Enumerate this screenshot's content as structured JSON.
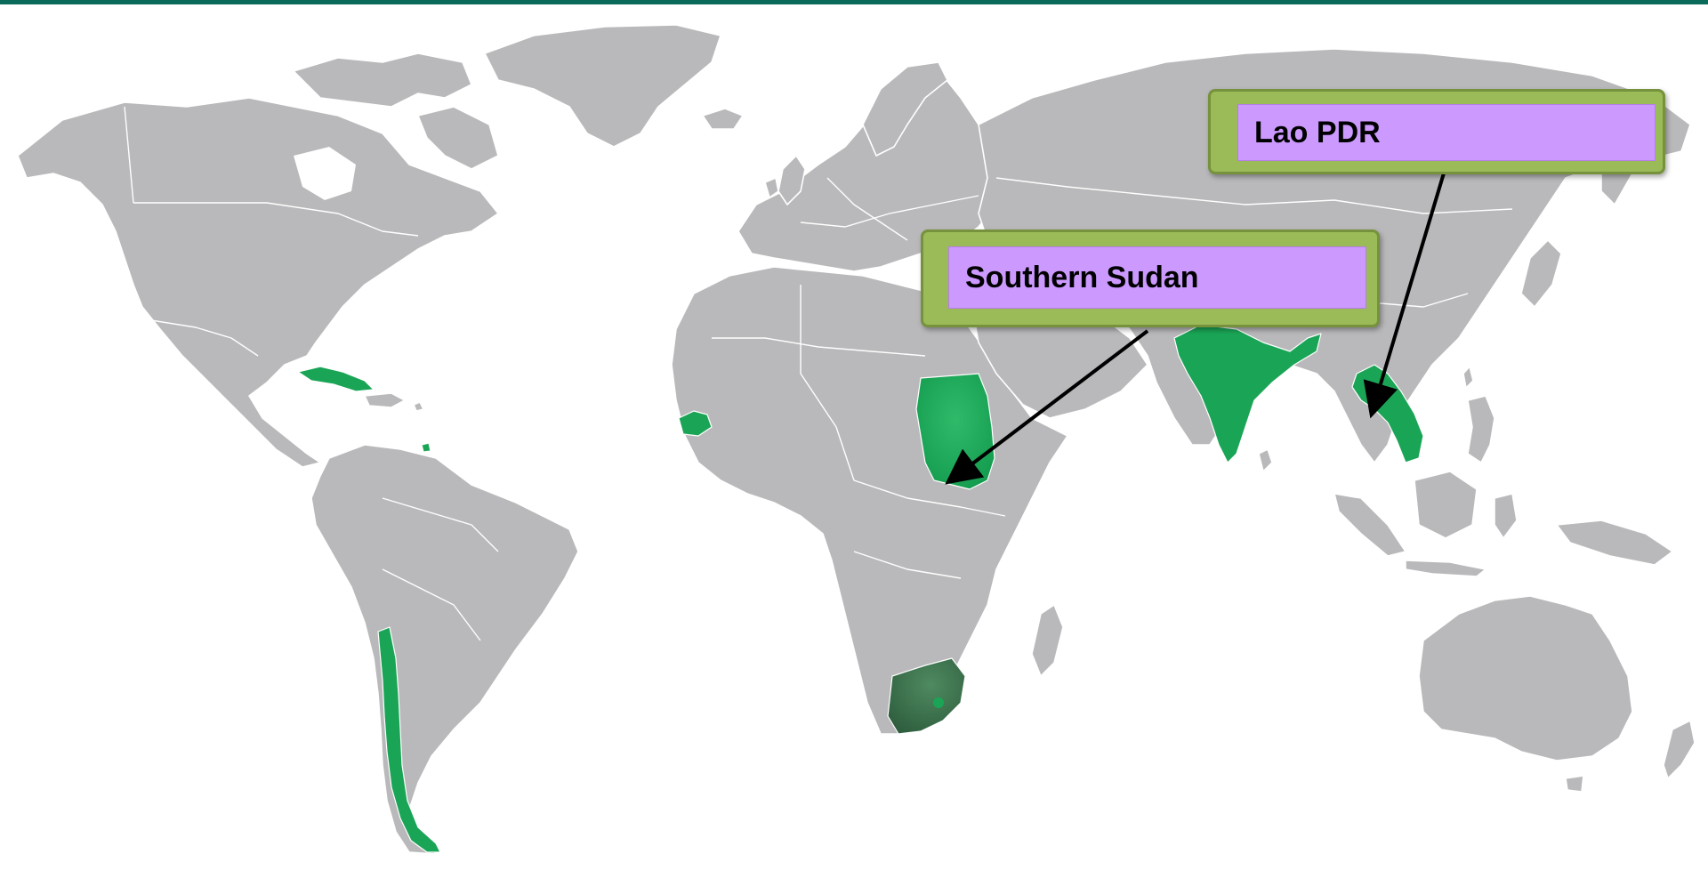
{
  "map": {
    "land_color": "#b9b8ba",
    "border_color": "#ffffff",
    "background_color": "#ffffff",
    "top_bar_color": "#0b6b5a",
    "highlight_color": "#1aa556",
    "highlight_dark_color": "#3f6f4f"
  },
  "highlighted_countries": [
    "Cuba",
    "Senegal",
    "Trinidad and Tobago",
    "Chile",
    "Sudan",
    "India",
    "Lao PDR",
    "Vietnam",
    "South Africa"
  ],
  "callouts": {
    "lao": {
      "label": "Lao PDR"
    },
    "sudan": {
      "label": "Southern Sudan"
    }
  }
}
